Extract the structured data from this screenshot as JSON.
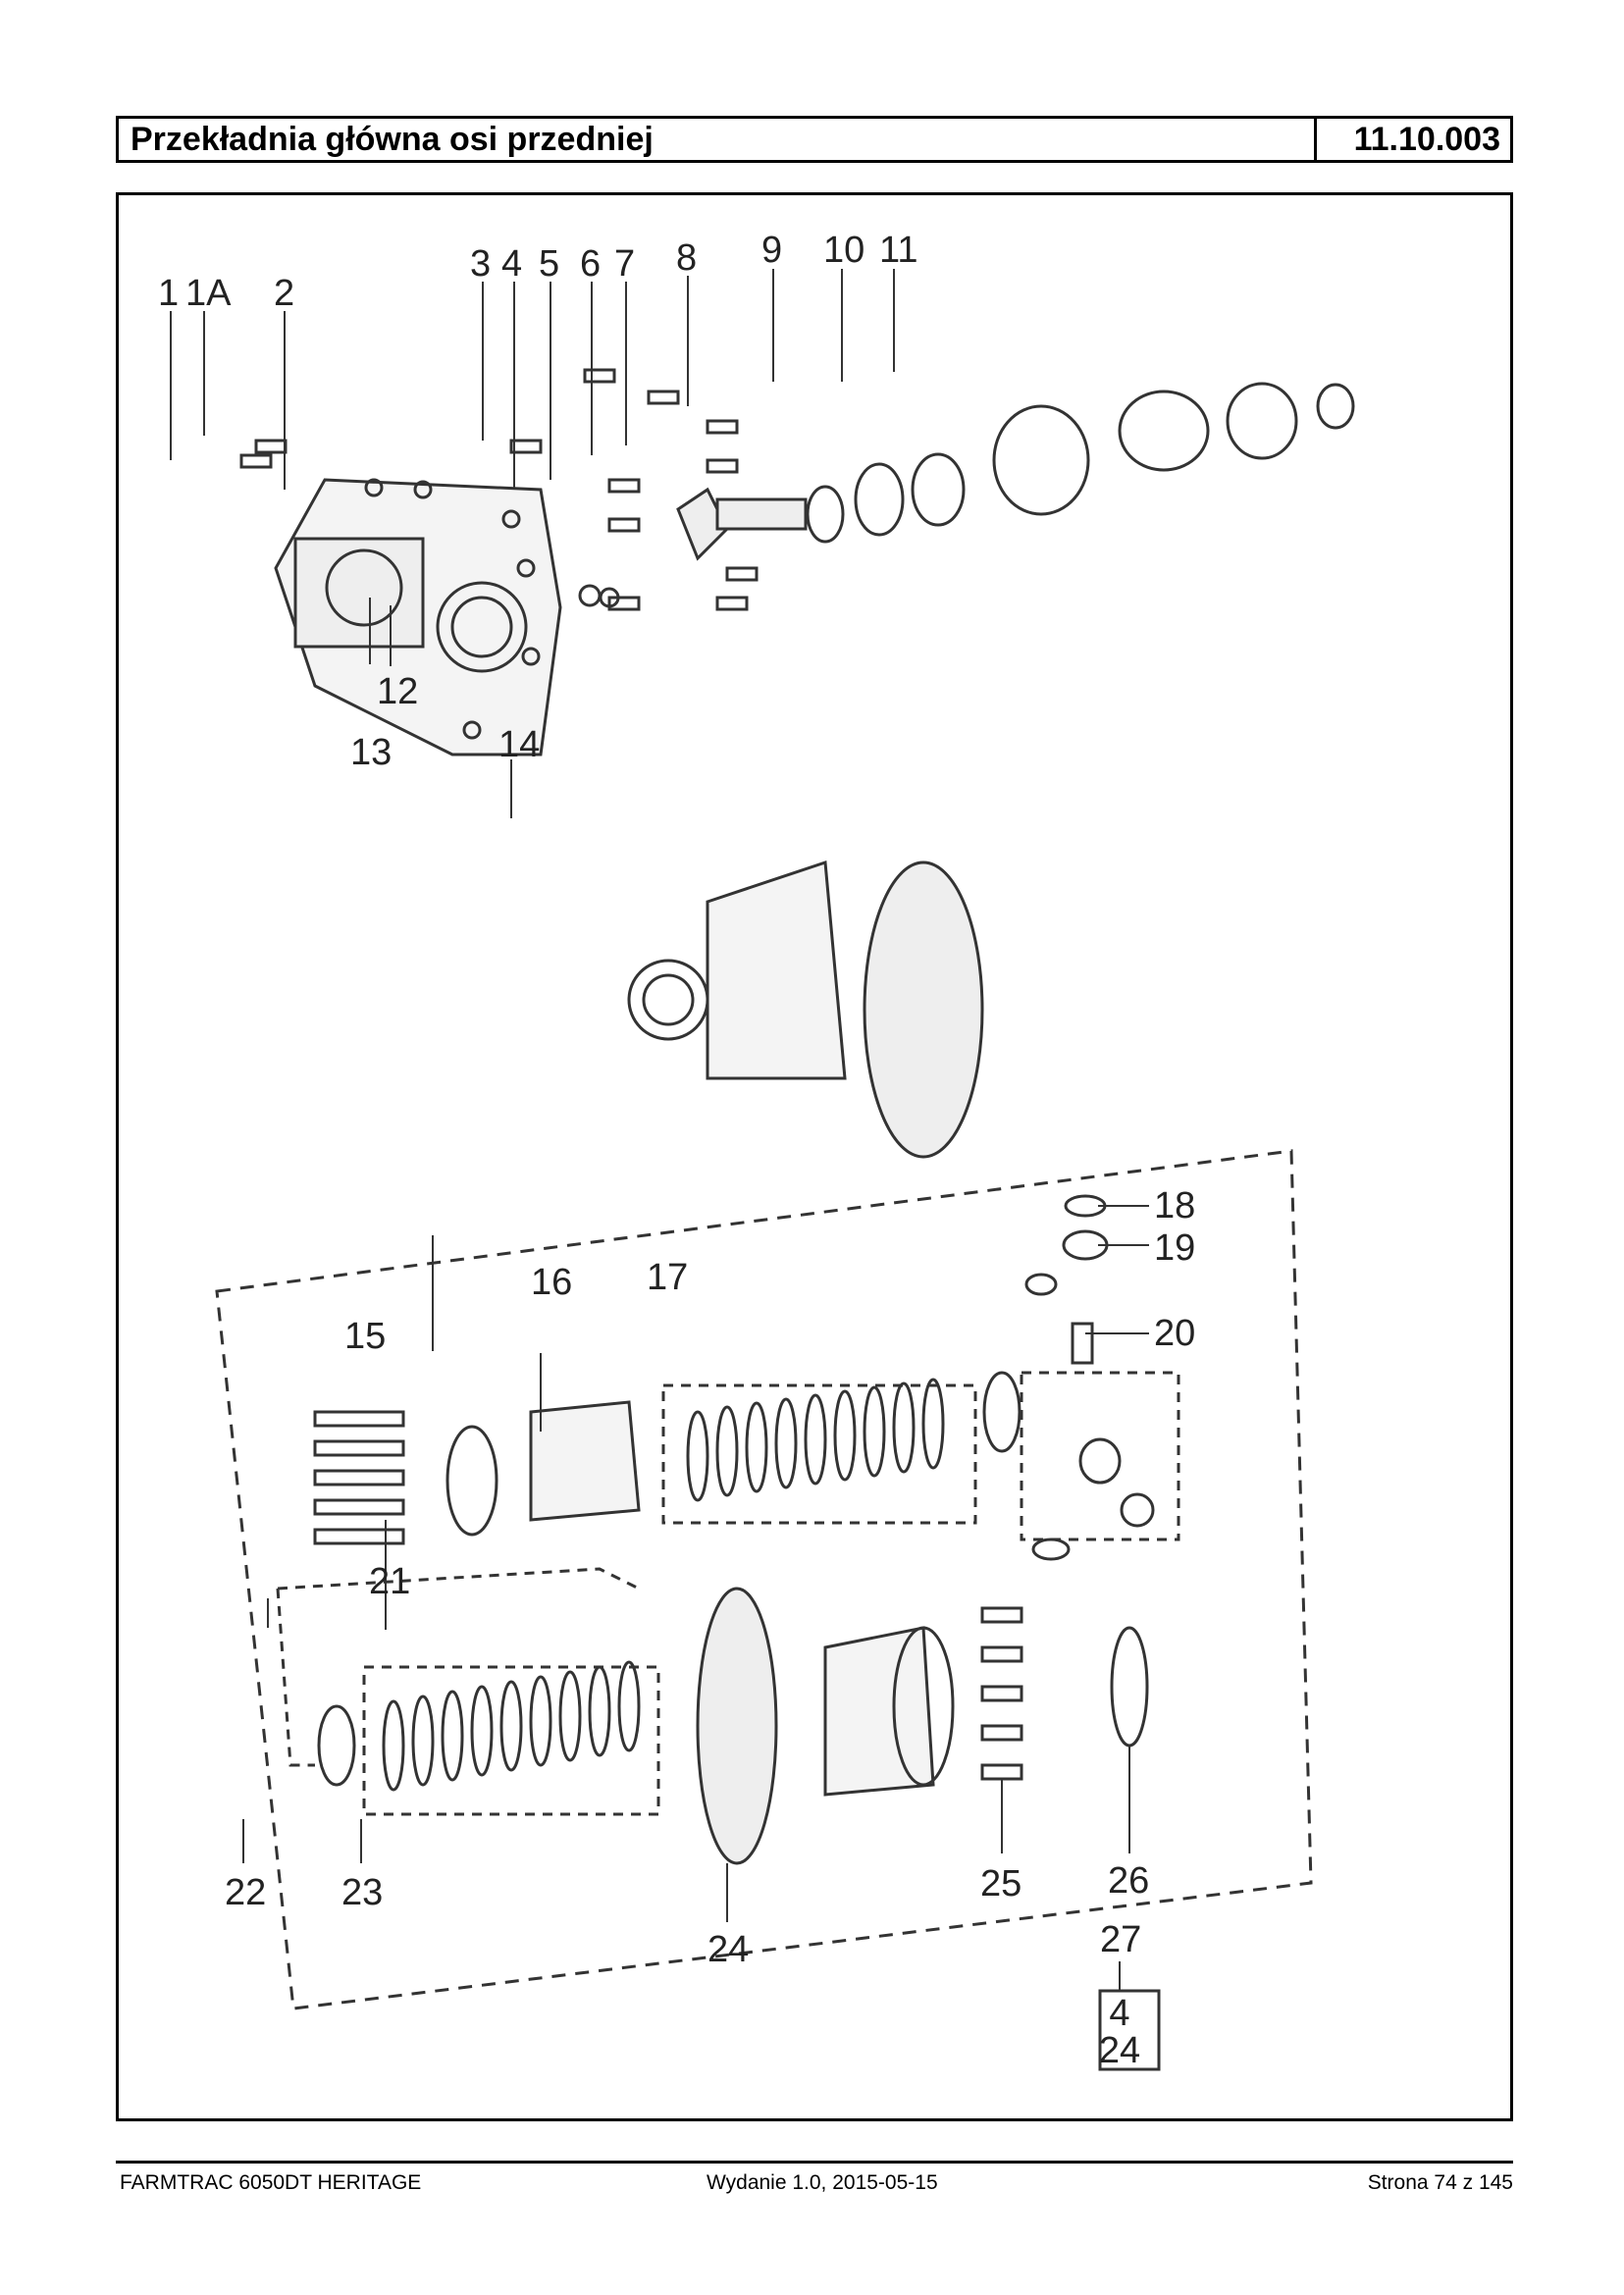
{
  "header": {
    "title": "Przekładnia główna osi przedniej",
    "code": "11.10.003"
  },
  "callouts": {
    "c1": "1",
    "c1a": "1A",
    "c2": "2",
    "c3": "3",
    "c4": "4",
    "c5": "5",
    "c6": "6",
    "c7": "7",
    "c8": "8",
    "c9": "9",
    "c10": "10",
    "c11": "11",
    "c12": "12",
    "c13": "13",
    "c14": "14",
    "c15": "15",
    "c16": "16",
    "c17": "17",
    "c18": "18",
    "c19": "19",
    "c20": "20",
    "c21": "21",
    "c22": "22",
    "c23": "23",
    "c24": "24",
    "c25": "25",
    "c26": "26",
    "c27": "27"
  },
  "kit_box": {
    "line1": "4",
    "line2": "24"
  },
  "footer": {
    "left": "FARMTRAC 6050DT HERITAGE",
    "center": "Wydanie 1.0,  2015-05-15",
    "right": "Strona 74 z 145"
  }
}
